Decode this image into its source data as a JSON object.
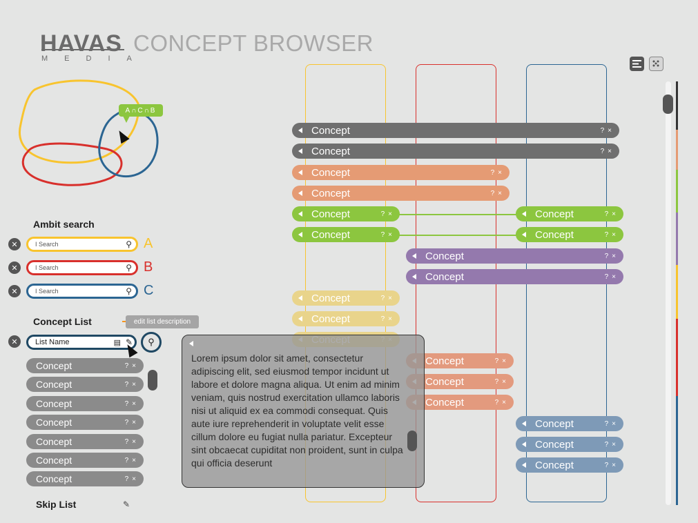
{
  "header": {
    "logo_main": "HAVAS",
    "logo_sub": "MEDIA",
    "title": "CONCEPT BROWSER",
    "view_list_icon": "list-icon",
    "view_grid_icon": "grid-icon"
  },
  "venn": {
    "label": "A∩C∩B",
    "colors": {
      "A": "#f8c42e",
      "B": "#d8302c",
      "C": "#2b6592"
    }
  },
  "ambit": {
    "title": "Ambit search",
    "fields": [
      {
        "placeholder": "I Search",
        "letter": "A",
        "color": "#f8c42e"
      },
      {
        "placeholder": "I Search",
        "letter": "B",
        "color": "#d8302c"
      },
      {
        "placeholder": "I Search",
        "letter": "C",
        "color": "#2b6592"
      }
    ]
  },
  "concept_list": {
    "title": "Concept List",
    "tooltip": "edit list description",
    "list_name": "List Name",
    "items": [
      "Concept",
      "Concept",
      "Concept",
      "Concept",
      "Concept",
      "Concept",
      "Concept"
    ]
  },
  "skip_list": {
    "title": "Skip List"
  },
  "concepts": {
    "label": "Concept",
    "actions": "?×",
    "colors": {
      "gray": "#6f6f6f",
      "orange": "#e59b74",
      "green": "#8cc63f",
      "purple": "#9479ad",
      "yellow": "#e9d48b",
      "salmon": "#e39a7e",
      "blue": "#7e9ab7"
    }
  },
  "description": {
    "text": "Lorem ipsum dolor sit amet, consectetur adipiscing elit, sed eiusmod tempor incidunt ut labore et dolore magna aliqua. Ut enim ad minim veniam, quis nostrud exercitation ullamco laboris nisi ut aliquid ex ea commodi consequat. Quis aute iure reprehenderit in voluptate velit esse cillum dolore eu fugiat nulla pariatur. Excepteur sint obcaecat cupiditat non proident, sunt in culpa qui officia deserunt"
  }
}
